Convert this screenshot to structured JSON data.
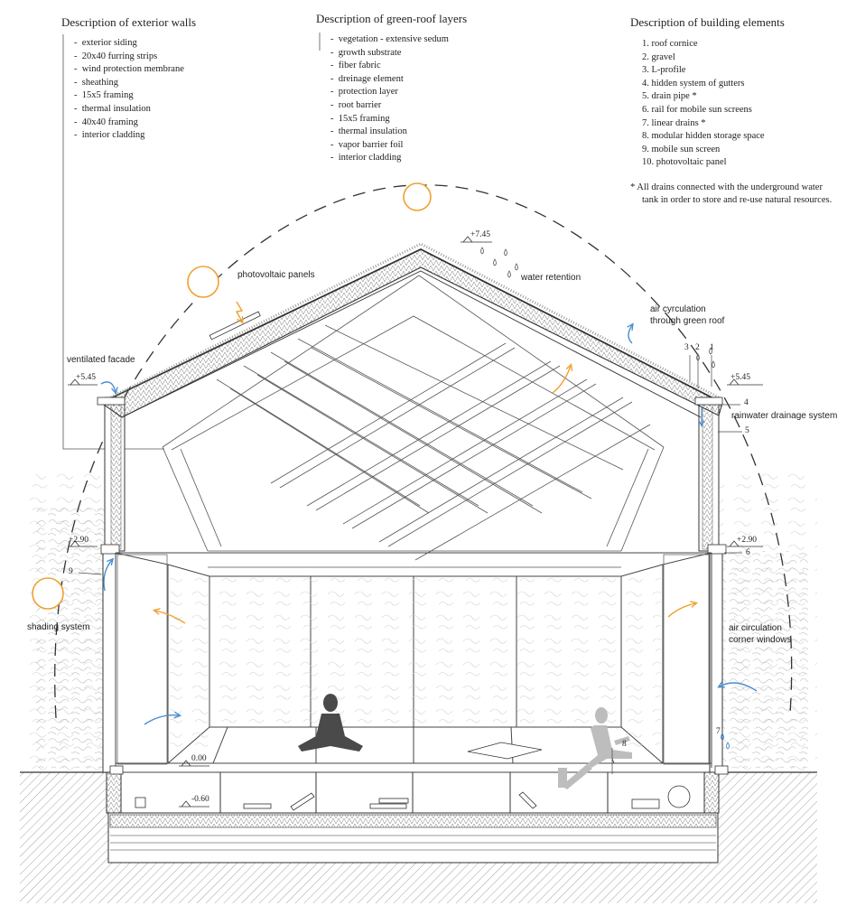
{
  "exterior_walls": {
    "title": "Description of exterior walls",
    "items": [
      "exterior siding",
      "20x40 furring strips",
      "wind protection membrane",
      "sheathing",
      "15x5 framing",
      "thermal insulation",
      "40x40 framing",
      "interior cladding"
    ]
  },
  "green_roof": {
    "title": "Description of green-roof layers",
    "items": [
      "vegetation - extensive sedum",
      "growth substrate",
      "fiber fabric",
      "dreinage element",
      "protection layer",
      "root barrier",
      "15x5 framing",
      "thermal insulation",
      "vapor barrier foil",
      "interior cladding"
    ]
  },
  "building_elements": {
    "title": "Description of building elements",
    "items": [
      "1. roof cornice",
      "2. gravel",
      "3. L-profile",
      "4. hidden system of gutters",
      "5. drain pipe *",
      "6. rail for mobile sun screens",
      "7. linear drains *",
      "8. modular hidden storage space",
      "9. mobile sun screen",
      "10. photovoltaic panel"
    ],
    "note_line1": "*  All drains connected with the underground water",
    "note_line2": "tank in order to store and re-use natural resources."
  },
  "annotations": {
    "photovoltaic": "photovoltaic panels",
    "water_retention": "water retention",
    "air_roof_1": "air cyrculation",
    "air_roof_2": "through green roof",
    "ventilated": "ventilated facade",
    "rainwater": "rainwater drainage system",
    "shading": "shading system",
    "air_windows_1": "air circulation",
    "air_windows_2": "corner windows"
  },
  "levels": {
    "ridge": "+7.45",
    "eave_left": "+5.45",
    "eave_right": "+5.45",
    "window_left": "+2.90",
    "window_right": "+2.90",
    "floor": "0.00",
    "basement": "-0.60"
  },
  "callouts": {
    "n1": "1",
    "n2": "2",
    "n3": "3",
    "n4": "4",
    "n5": "5",
    "n6": "6",
    "n7": "7",
    "n8": "8",
    "n9": "9"
  },
  "colors": {
    "sun": "#f0a030",
    "arrow_warm": "#f0a030",
    "arrow_cool": "#4a8ed0",
    "line": "#333333",
    "vegetation": "#9a9a9a",
    "ground_hatch": "#777777",
    "figure_dark": "#4a4a4a",
    "figure_light": "#bdbdbd"
  },
  "icons": [
    "sun-icon",
    "warm-air-arrow-icon",
    "cool-air-arrow-icon",
    "water-drop-icon",
    "level-marker-icon",
    "meditating-person-icon",
    "seated-person-icon"
  ]
}
